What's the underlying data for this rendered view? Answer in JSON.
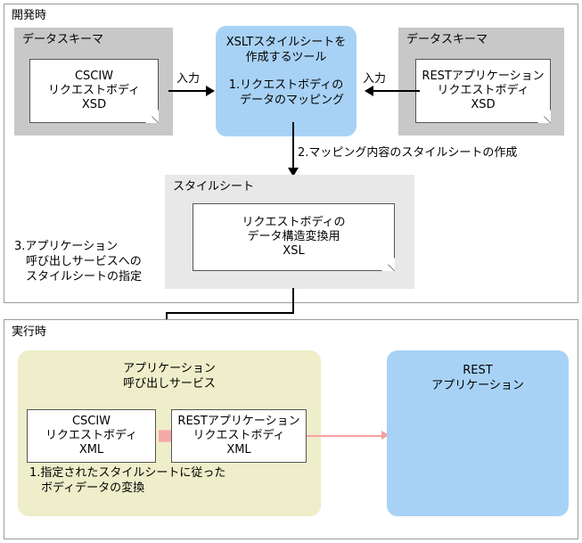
{
  "diagram": {
    "phases": {
      "development": {
        "title": "開発時",
        "left_schema": {
          "label": "データスキーマ",
          "document": "CSCIW\nリクエストボディ\nXSD"
        },
        "right_schema": {
          "label": "データスキーマ",
          "document": "RESTアプリケーション\nリクエストボディ\nXSD"
        },
        "tool_box": {
          "title": "XSLTスタイルシートを\n作成するツール",
          "step": "1.リクエストボディの\n　データのマッピング"
        },
        "input_label_left": "入力",
        "input_label_right": "入力",
        "step2_label": "2.マッピング内容のスタイルシートの作成",
        "stylesheet_group": {
          "label": "スタイルシート",
          "document": "リクエストボディの\nデータ構造変換用\nXSL"
        },
        "step3_label": "3.アプリケーション\n　呼び出しサービスへの\n　スタイルシートの指定"
      },
      "runtime": {
        "title": "実行時",
        "service_box": {
          "title": "アプリケーション\n呼び出しサービス",
          "source_document": "CSCIW\nリクエストボディ\nXML",
          "target_document": "RESTアプリケーション\nリクエストボディ\nXML",
          "step": "1.指定されたスタイルシートに従った\n　ボディデータの変換"
        },
        "rest_app_box": {
          "title": "REST\nアプリケーション"
        }
      }
    },
    "colors": {
      "process_blue": "#a8d2f5",
      "service_yellow": "#eeeeca",
      "schema_gray": "#c8c8c8",
      "stylesheet_gray": "#e8e8e8",
      "flow_pink": "#f5a9a9",
      "connector_black": "#000000",
      "frame_border": "#9b9b9b"
    }
  }
}
